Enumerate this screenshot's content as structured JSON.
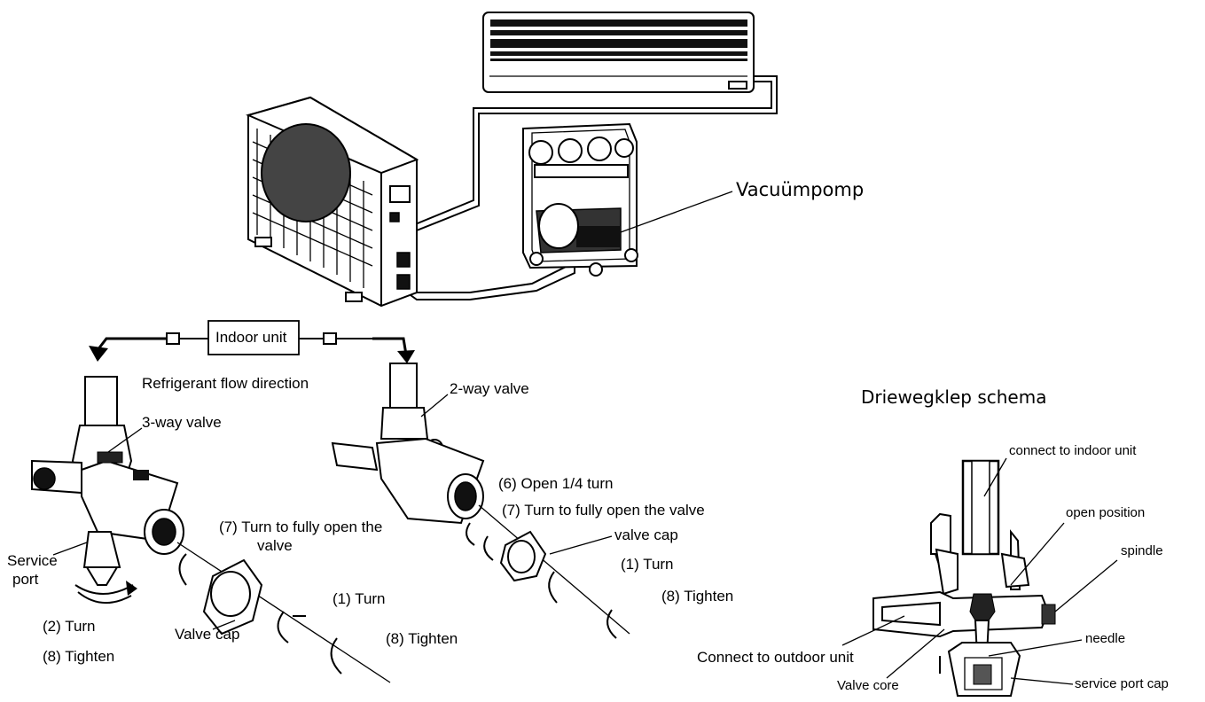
{
  "labels": {
    "vacuum_pump": "Vacuümpomp",
    "indoor_unit": "Indoor unit",
    "refrigerant_flow": "Refrigerant flow direction",
    "two_way_valve": "2-way valve",
    "three_way_valve": "3-way valve",
    "open_quarter_turn": "(6) Open 1/4 turn",
    "turn_open_right": "(7) Turn to fully open the valve",
    "turn_open_left_line1": "(7) Turn to fully open the",
    "turn_open_left_line2": "valve",
    "valve_cap_right": "valve cap",
    "turn_right": "(1) Turn",
    "tighten_right": "(8) Tighten",
    "service_port_line1": "Service",
    "service_port_line2": "port",
    "turn_left": "(2) Turn",
    "tighten_left": "(8) Tighten",
    "valve_cap_left": "Valve cap",
    "turn_middle": "(1) Turn",
    "tighten_middle": "(8) Tighten",
    "schema_title": "Driewegklep schema",
    "connect_indoor": "connect to indoor unit",
    "open_position": "open position",
    "spindle": "spindle",
    "needle": "needle",
    "connect_outdoor": "Connect to outdoor unit",
    "valve_core": "Valve core",
    "service_port_cap": "service port cap"
  }
}
